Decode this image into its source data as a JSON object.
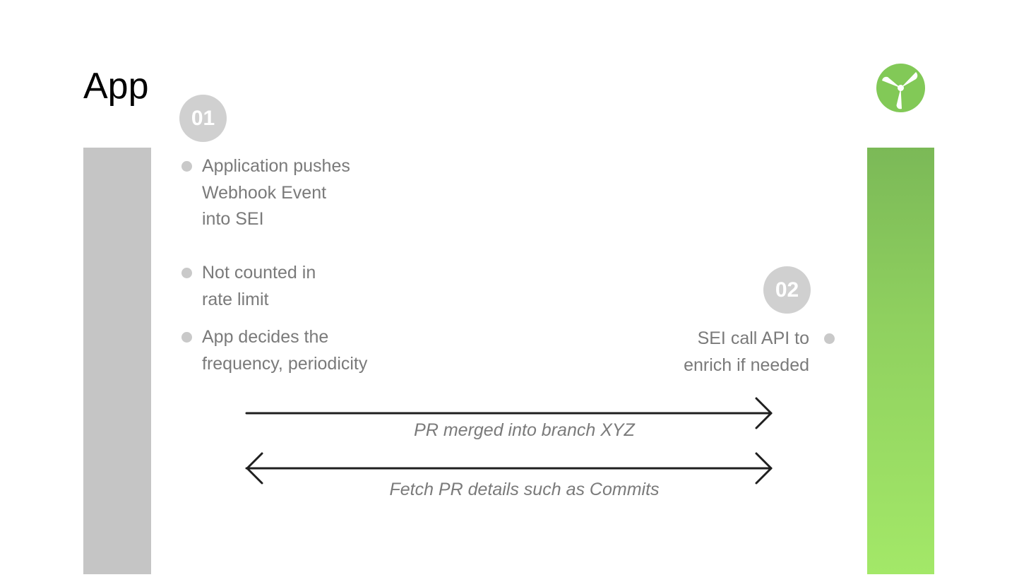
{
  "app_lane": {
    "title": "App",
    "color": "#c5c5c5"
  },
  "sei_lane": {
    "logo": "sei-windmill-logo-icon",
    "color_top": "#7bb957",
    "color_bottom": "#a3e868"
  },
  "steps": {
    "step1": {
      "number": "01",
      "bullets": [
        "Application pushes\nWebhook Event\ninto SEI",
        "Not counted in\nrate limit",
        "App decides the\nfrequency, periodicity"
      ]
    },
    "step2": {
      "number": "02",
      "bullets": [
        "SEI call API to\nenrich if needed"
      ]
    }
  },
  "arrows": [
    {
      "label": "PR merged into branch XYZ",
      "direction": "one-way"
    },
    {
      "label": "Fetch PR details such as Commits",
      "direction": "two-way"
    }
  ],
  "colors": {
    "badge": "#d0d0d0",
    "text": "#7a7a7a",
    "arrow": "#1f1f1f",
    "accent": "#8fd05f"
  }
}
